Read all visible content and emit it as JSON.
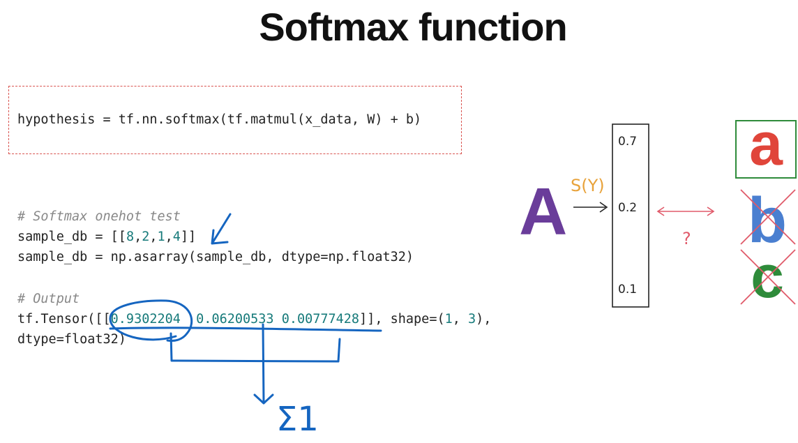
{
  "title": "Softmax function",
  "hypothesis_line": "hypothesis = tf.nn.softmax(tf.matmul(x_data, W) + b)",
  "code": {
    "comment1": "# Softmax onehot test",
    "line1_prefix": "sample_db = [[",
    "line1_values": [
      "8",
      "2",
      "1",
      "4"
    ],
    "line1_suffix": "]]",
    "line2": "sample_db = np.asarray(sample_db, dtype=np.float32)",
    "comment2": "# Output",
    "line3_prefix": "tf.Tensor([[",
    "line3_values": "0.9302204  0.06200533 0.00777428",
    "line3_mid": "]], shape=(",
    "shape_values": [
      "1",
      "3"
    ],
    "line3_suffix": "),",
    "line4": "dtype=float32)"
  },
  "annotations": {
    "sum_label": "Σ1"
  },
  "diagram": {
    "input_letter": "A",
    "function_label": "S(Y)",
    "probabilities": [
      "0.7",
      "0.2",
      "0.1"
    ],
    "question_mark": "?",
    "outputs": [
      "a",
      "b",
      "c"
    ],
    "selected_output": "a",
    "colors": {
      "A": "#6a3d9a",
      "a": "#e0453a",
      "b": "#4a7fd0",
      "c": "#2e8b3a",
      "selected_box": "#2e8b3a",
      "cross": "#e05a6a",
      "S": "#e8a23a",
      "Y": "#d9604f"
    }
  }
}
